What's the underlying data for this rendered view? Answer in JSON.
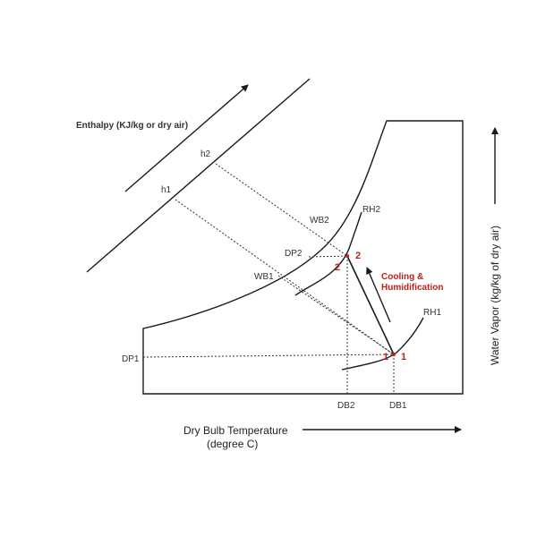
{
  "labels": {
    "enthalpy_axis": "Enthalpy (KJ/kg or dry air)",
    "h1": "h1",
    "h2": "h2",
    "wb1": "WB1",
    "wb2": "WB2",
    "rh1": "RH1",
    "rh2": "RH2",
    "dp1": "DP1",
    "dp2": "DP2",
    "db1": "DB1",
    "db2": "DB2",
    "point1": "1",
    "point2": "2",
    "process_line1": "Cooling &",
    "process_line2": "Humidification",
    "x_axis_line1": "Dry Bulb Temperature",
    "x_axis_line2": "(degree C)",
    "y_axis": "Water Vapor (kg/kg of dry air)"
  },
  "colors": {
    "line": "#1a1a1a",
    "accent": "#c0211a"
  }
}
